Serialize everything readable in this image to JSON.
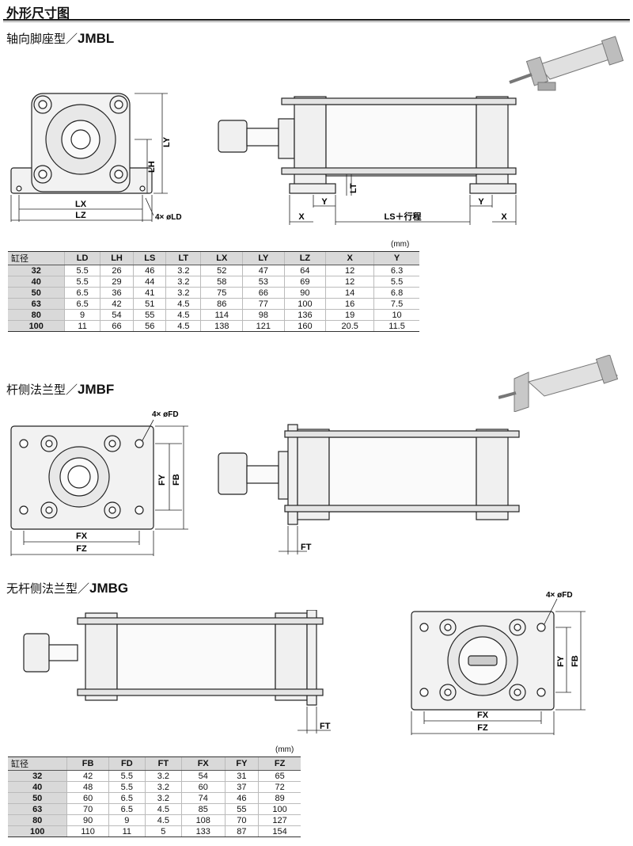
{
  "page_title": "外形尺寸图",
  "sections": {
    "jmbl": {
      "title_cn": "轴向脚座型／",
      "title_model": "JMBL"
    },
    "jmbf": {
      "title_cn": "杆侧法兰型／",
      "title_model": "JMBF"
    },
    "jmbg": {
      "title_cn": "无杆侧法兰型／",
      "title_model": "JMBG"
    }
  },
  "labels": {
    "lx": "LX",
    "lz": "LZ",
    "ly": "LY",
    "lh": "LH",
    "ld": "4× øLD",
    "x": "X",
    "y": "Y",
    "lt": "LT",
    "ls": "LS＋行程",
    "fx": "FX",
    "fz": "FZ",
    "fy": "FY",
    "fb": "FB",
    "fd": "4× øFD",
    "ft": "FT"
  },
  "unit": "(mm)",
  "table_jmbl": {
    "headers": [
      "缸径",
      "LD",
      "LH",
      "LS",
      "LT",
      "LX",
      "LY",
      "LZ",
      "X",
      "Y"
    ],
    "rows": [
      [
        "32",
        "5.5",
        "26",
        "46",
        "3.2",
        "52",
        "47",
        "64",
        "12",
        "6.3"
      ],
      [
        "40",
        "5.5",
        "29",
        "44",
        "3.2",
        "58",
        "53",
        "69",
        "12",
        "5.5"
      ],
      [
        "50",
        "6.5",
        "36",
        "41",
        "3.2",
        "75",
        "66",
        "90",
        "14",
        "6.8"
      ],
      [
        "63",
        "6.5",
        "42",
        "51",
        "4.5",
        "86",
        "77",
        "100",
        "16",
        "7.5"
      ],
      [
        "80",
        "9",
        "54",
        "55",
        "4.5",
        "114",
        "98",
        "136",
        "19",
        "10"
      ],
      [
        "100",
        "11",
        "66",
        "56",
        "4.5",
        "138",
        "121",
        "160",
        "20.5",
        "11.5"
      ]
    ]
  },
  "table_flange": {
    "headers": [
      "缸径",
      "FB",
      "FD",
      "FT",
      "FX",
      "FY",
      "FZ"
    ],
    "rows": [
      [
        "32",
        "42",
        "5.5",
        "3.2",
        "54",
        "31",
        "65"
      ],
      [
        "40",
        "48",
        "5.5",
        "3.2",
        "60",
        "37",
        "72"
      ],
      [
        "50",
        "60",
        "6.5",
        "3.2",
        "74",
        "46",
        "89"
      ],
      [
        "63",
        "70",
        "6.5",
        "4.5",
        "85",
        "55",
        "100"
      ],
      [
        "80",
        "90",
        "9",
        "4.5",
        "108",
        "70",
        "127"
      ],
      [
        "100",
        "110",
        "11",
        "5",
        "133",
        "87",
        "154"
      ]
    ]
  }
}
